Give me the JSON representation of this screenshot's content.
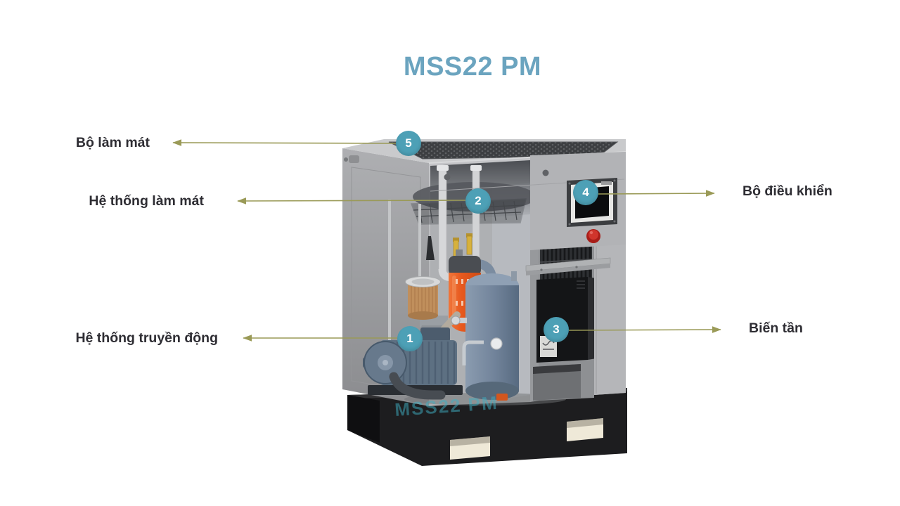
{
  "title": "MSS22 PM",
  "machine": {
    "watermark": "MSS22 PM"
  },
  "callouts": {
    "items": [
      {
        "number": "1",
        "label": "Hệ thống truyền động",
        "side": "left"
      },
      {
        "number": "2",
        "label": "Hệ thống làm mát",
        "side": "left"
      },
      {
        "number": "3",
        "label": "Biến tần",
        "side": "right"
      },
      {
        "number": "4",
        "label": "Bộ điều khiển",
        "side": "right"
      },
      {
        "number": "5",
        "label": "Bộ làm mát",
        "side": "left"
      }
    ]
  },
  "colors": {
    "title_blue": "#6BA4BF",
    "marker_teal": "#4DA0B6",
    "line_olive": "#9A9A57",
    "label_text": "#2E2D33",
    "filter_orange": "#E7591E",
    "tank_blue": "#71839A",
    "watermark_teal": "#3FB0C4"
  }
}
